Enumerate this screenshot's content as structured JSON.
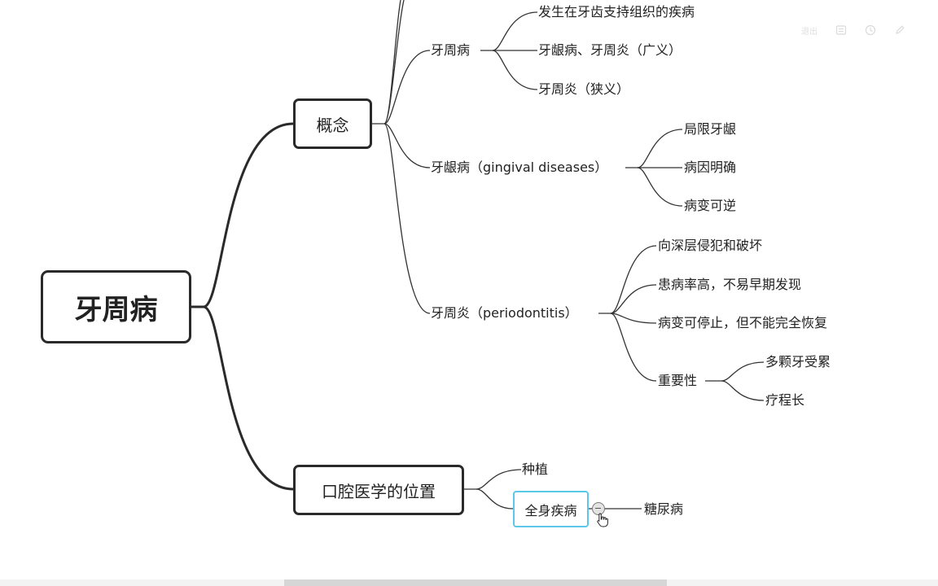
{
  "mindmap": {
    "root": {
      "label": "牙周病"
    },
    "concept": {
      "label": "概念",
      "periodontal_disease": {
        "label": "牙周病",
        "children": [
          "发生在牙齿支持组织的疾病",
          "牙龈病、牙周炎（广义）",
          "牙周炎（狭义）"
        ]
      },
      "gingival_disease": {
        "label": "牙龈病（gingival diseases）",
        "children": [
          "局限牙龈",
          "病因明确",
          "病变可逆"
        ]
      },
      "periodontitis": {
        "label": "牙周炎（periodontitis）",
        "children": [
          "向深层侵犯和破坏",
          "患病率高，不易早期发现",
          "病变可停止，但不能完全恢复"
        ],
        "importance": {
          "label": "重要性",
          "children": [
            "多颗牙受累",
            "疗程长"
          ]
        }
      }
    },
    "position": {
      "label": "口腔医学的位置",
      "children": [
        "种植"
      ],
      "systemic": {
        "label": "全身疾病",
        "child": "糖尿病"
      }
    }
  },
  "toolbar": {
    "exit_label": "退出",
    "icons": [
      "outline-icon",
      "history-icon",
      "edit-icon"
    ]
  },
  "colors": {
    "node_border": "#2a2a2a",
    "branch_line": "#2a2a2a",
    "selected_border": "#5bc8ea",
    "text": "#222222"
  }
}
